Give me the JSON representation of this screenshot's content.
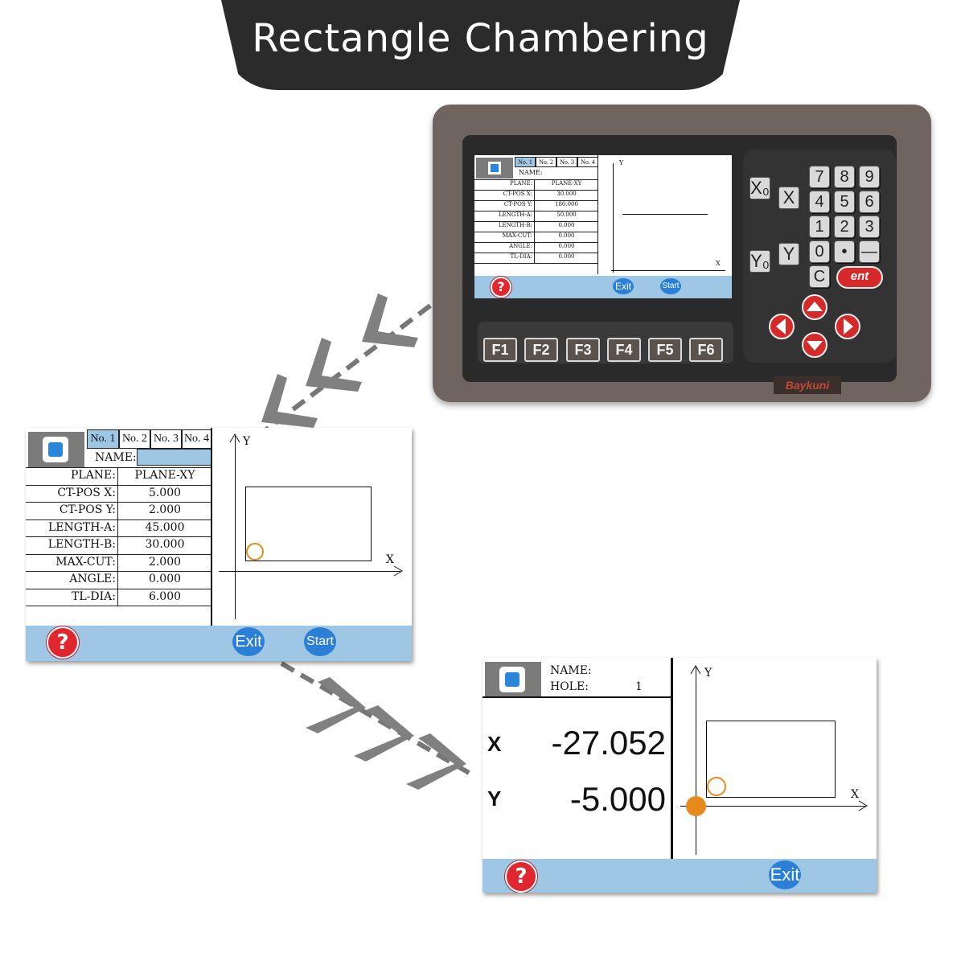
{
  "banner": {
    "title": "Rectangle Chambering"
  },
  "tabs": [
    "No. 1",
    "No. 2",
    "No. 3",
    "No. 4"
  ],
  "name_label": "NAME:",
  "params_small": [
    {
      "label": "PLANE:",
      "value": "PLANE-XY"
    },
    {
      "label": "CT-POS X:",
      "value": "30.000"
    },
    {
      "label": "CT-POS Y:",
      "value": "180.000"
    },
    {
      "label": "LENGTH-A:",
      "value": "50.000"
    },
    {
      "label": "LENGTH-B:",
      "value": "0.000"
    },
    {
      "label": "MAX-CUT:",
      "value": "0.000"
    },
    {
      "label": "ANGLE:",
      "value": "0.000"
    },
    {
      "label": "TL-DIA:",
      "value": "0.000"
    }
  ],
  "params": [
    {
      "label": "PLANE:",
      "value": "PLANE-XY"
    },
    {
      "label": "CT-POS X:",
      "value": "5.000"
    },
    {
      "label": "CT-POS Y:",
      "value": "2.000"
    },
    {
      "label": "LENGTH-A:",
      "value": "45.000"
    },
    {
      "label": "LENGTH-B:",
      "value": "30.000"
    },
    {
      "label": "MAX-CUT:",
      "value": "2.000"
    },
    {
      "label": "ANGLE:",
      "value": "0.000"
    },
    {
      "label": "TL-DIA:",
      "value": "6.000"
    }
  ],
  "axis": {
    "x": "X",
    "y": "Y"
  },
  "buttons": {
    "exit": "Exit",
    "start": "Start",
    "help": "?"
  },
  "function_keys": [
    "F1",
    "F2",
    "F3",
    "F4",
    "F5",
    "F6"
  ],
  "keypad": {
    "digits": [
      "7",
      "8",
      "9",
      "4",
      "5",
      "6",
      "1",
      "2",
      "3",
      "0",
      "•",
      "—"
    ],
    "clear": "C",
    "enter": "ent",
    "x_zero": "X₀",
    "x": "X",
    "y_zero": "Y₀",
    "y": "Y"
  },
  "brand": "Baykuni",
  "run_screen": {
    "name_label": "NAME:",
    "hole_label": "HOLE:",
    "hole_value": "1",
    "x_label": "X",
    "x_value": "-27.052",
    "y_label": "Y",
    "y_value": "-5.000"
  },
  "colors": {
    "accent_blue": "#2b7fd6",
    "bar_blue": "#9ec7e6",
    "help_red": "#e0262f",
    "marker_orange": "#e8891c"
  }
}
